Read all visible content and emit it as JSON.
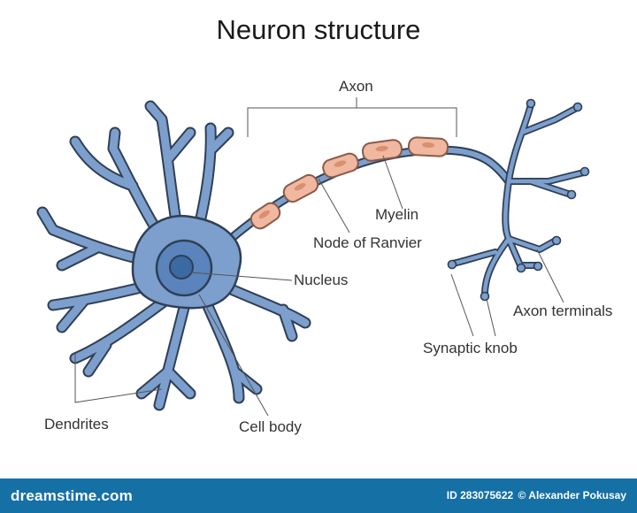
{
  "title": "Neuron structure",
  "labels": {
    "axon": "Axon",
    "myelin": "Myelin",
    "node_of_ranvier": "Node of Ranvier",
    "nucleus": "Nucleus",
    "axon_terminals": "Axon terminals",
    "synaptic_knob": "Synaptic knob",
    "dendrites": "Dendrites",
    "cell_body": "Cell body"
  },
  "footer": {
    "brand": "dreamstime.com",
    "id_text": "ID 283075622",
    "copyright": "© Alexander Pokusay"
  },
  "colors": {
    "neuron_fill": "#7c9fcd",
    "neuron_outline": "#2f3f55",
    "nucleus_outer": "#5a84bb",
    "nucleus_inner": "#3b69a2",
    "myelin_fill": "#f0b8a0",
    "myelin_outline": "#8a5a48",
    "footer_bg": "#1570a6"
  }
}
